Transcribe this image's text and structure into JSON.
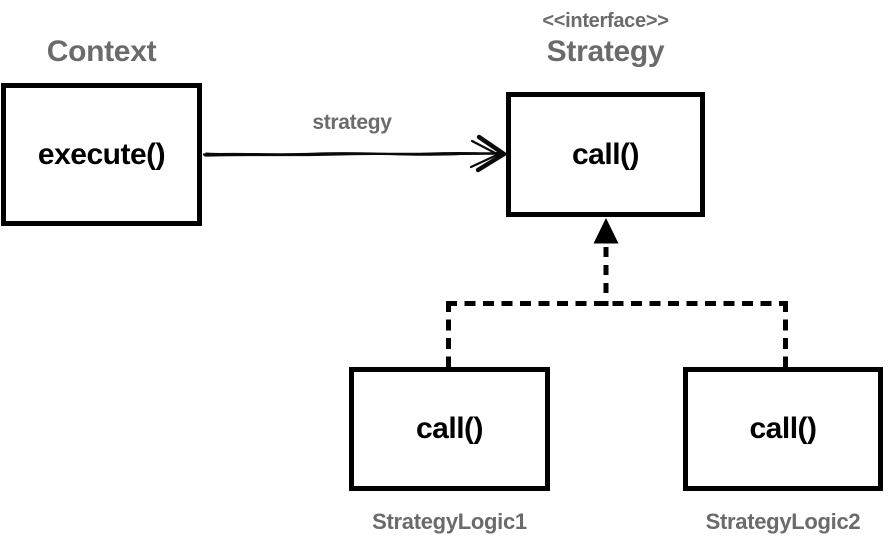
{
  "diagram": {
    "type": "uml-class-diagram",
    "pattern": "Strategy",
    "nodes": {
      "context": {
        "title": "Context",
        "method": "execute()"
      },
      "strategy": {
        "stereotype": "<<interface>>",
        "title": "Strategy",
        "method": "call()"
      },
      "logic1": {
        "method": "call()",
        "label": "StrategyLogic1"
      },
      "logic2": {
        "method": "call()",
        "label": "StrategyLogic2"
      }
    },
    "edges": {
      "association": {
        "label": "strategy",
        "from": "Context",
        "to": "Strategy",
        "style": "hand-drawn open arrow"
      },
      "realization1": {
        "from": "StrategyLogic1",
        "to": "Strategy",
        "style": "dashed, filled triangle head"
      },
      "realization2": {
        "from": "StrategyLogic2",
        "to": "Strategy",
        "style": "dashed, filled triangle head"
      }
    },
    "colors": {
      "heading_gray": "#6b6b6b",
      "line_black": "#000000",
      "box_border": "#000000",
      "background": "#ffffff"
    }
  }
}
